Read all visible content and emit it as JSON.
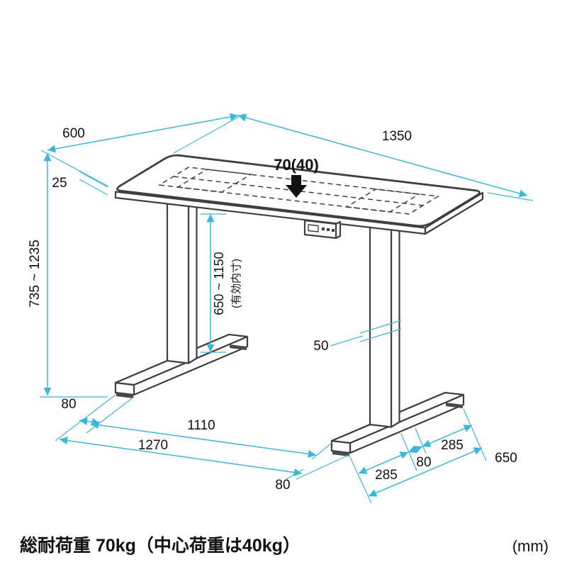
{
  "diagram": {
    "title": "desk-dimension-diagram",
    "colors": {
      "dimension": "#3db7d9",
      "line": "#3f3f3f"
    },
    "labels": {
      "depth": "600",
      "width": "1350",
      "thickness": "25",
      "height_range": "735 ~ 1235",
      "load_top": "70(40)",
      "inner_height": "650 ~ 1150",
      "inner_height_note": "(有効内寸)",
      "column_width": "50",
      "pad_left": "80",
      "span_inner": "1110",
      "span_outer": "1270",
      "pad_right": "80",
      "foot_front": "285",
      "foot_center": "80",
      "foot_rear": "285",
      "foot_length": "650"
    },
    "footer": {
      "load_note": "総耐荷重 70kg（中心荷重は40kg）",
      "unit": "(mm)"
    }
  }
}
